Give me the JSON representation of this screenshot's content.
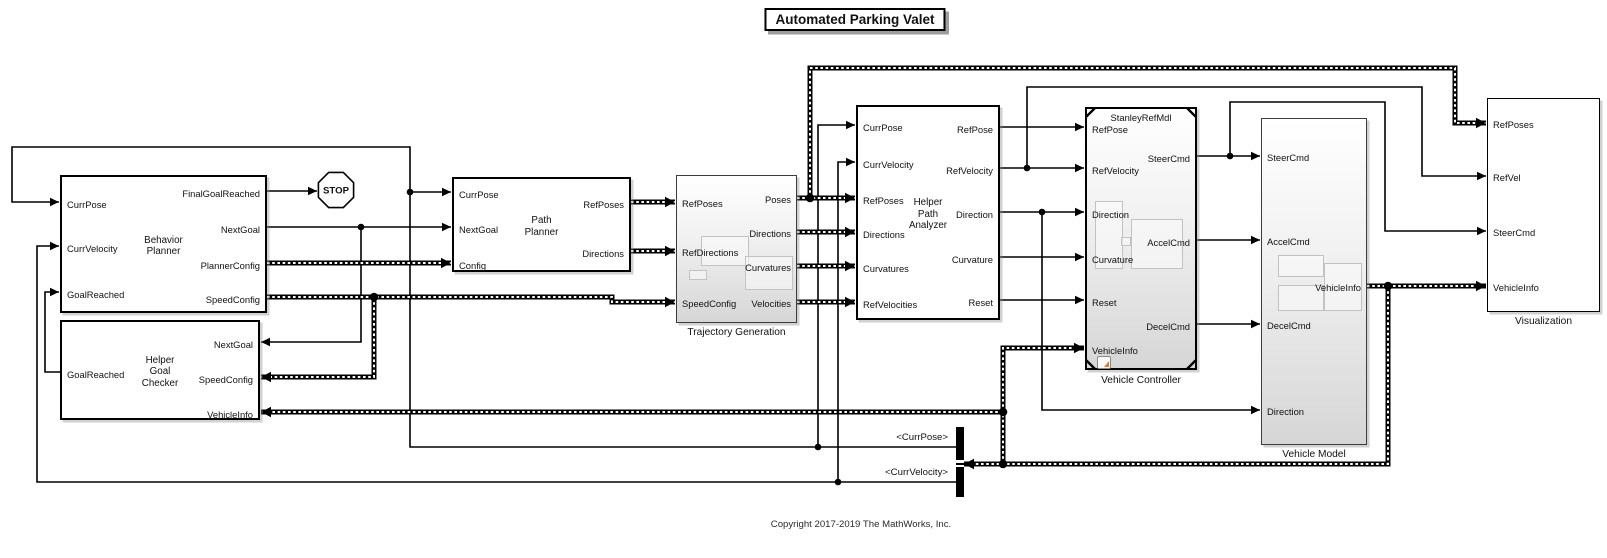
{
  "title": "Automated Parking Valet",
  "copyright": "Copyright 2017-2019 The MathWorks, Inc.",
  "stop_label": "STOP",
  "bus_selector_labels": {
    "curr_pose": "<CurrPose>",
    "curr_velocity": "<CurrVelocity>"
  },
  "colors": {
    "wire": "#000000",
    "block_fill": "#ffffff",
    "gradient_bottom": "#d6d6d6",
    "badge_accent": "#e07b39",
    "shadow": "#9e9e9e"
  },
  "blocks": {
    "behavior-planner": {
      "ports": [
        "CurrPose",
        "CurrVelocity",
        "GoalReached",
        "FinalGoalReached",
        "NextGoal",
        "PlannerConfig",
        "SpeedConfig"
      ],
      "center_label": [
        "Behavior",
        "Planner"
      ]
    },
    "helper-goal-checker": {
      "ports": [
        "GoalReached",
        "NextGoal",
        "SpeedConfig",
        "VehicleInfo"
      ],
      "center_label": [
        "Helper",
        "Goal",
        "Checker"
      ]
    },
    "path-planner": {
      "ports": [
        "CurrPose",
        "NextGoal",
        "Config",
        "RefPoses",
        "Directions"
      ],
      "center_label": [
        "Path",
        "Planner"
      ]
    },
    "trajectory-generation": {
      "ports": [
        "RefPoses",
        "RefDirections",
        "SpeedConfig",
        "Poses",
        "Directions",
        "Curvatures",
        "Velocities"
      ],
      "bottom_label": "Trajectory Generation"
    },
    "helper-path-analyzer": {
      "ports": [
        "CurrPose",
        "CurrVelocity",
        "RefPoses",
        "Directions",
        "Curvatures",
        "RefVelocities",
        "RefPose",
        "RefVelocity",
        "Direction",
        "Curvature",
        "Reset"
      ],
      "center_label": [
        "Helper",
        "Path",
        "Analyzer"
      ]
    },
    "vehicle-controller": {
      "ports": [
        "RefPose",
        "RefVelocity",
        "Direction",
        "Curvature",
        "Reset",
        "VehicleInfo",
        "SteerCmd",
        "AccelCmd",
        "DecelCmd"
      ],
      "top_label": "StanleyRefMdl",
      "bottom_label": "Vehicle Controller"
    },
    "vehicle-model": {
      "ports": [
        "SteerCmd",
        "AccelCmd",
        "DecelCmd",
        "Direction",
        "VehicleInfo"
      ],
      "bottom_label": "Vehicle Model"
    },
    "visualization": {
      "ports": [
        "RefPoses",
        "RefVel",
        "SteerCmd",
        "VehicleInfo"
      ],
      "bottom_label": "Visualization"
    }
  }
}
